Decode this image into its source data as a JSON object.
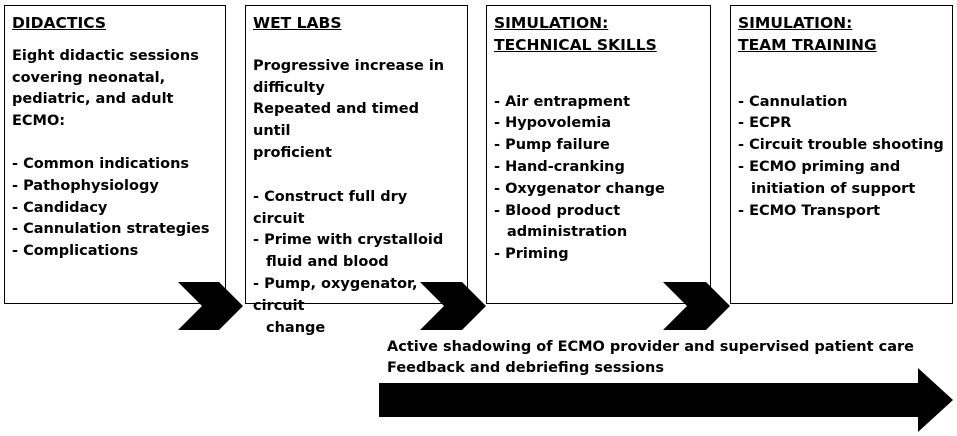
{
  "stages": [
    {
      "title": [
        "DIDACTICS"
      ],
      "intro": [
        "Eight didactic sessions",
        "covering neonatal,",
        "pediatric, and adult",
        "ECMO:"
      ],
      "items": [
        [
          "- Common indications"
        ],
        [
          "- Pathophysiology"
        ],
        [
          "- Candidacy"
        ],
        [
          "- Cannulation strategies"
        ],
        [
          "- Complications"
        ]
      ]
    },
    {
      "title": [
        "WET LABS"
      ],
      "intro": [
        "Progressive increase in",
        "difficulty"
      ],
      "intro_2": [
        "Repeated and timed until",
        "proficient"
      ],
      "items": [
        [
          "- Construct full dry circuit"
        ],
        [
          "- Prime with crystalloid",
          "fluid and blood"
        ],
        [
          "- Pump, oxygenator, circuit",
          "change"
        ]
      ]
    },
    {
      "title": [
        "SIMULATION:",
        "TECHNICAL SKILLS"
      ],
      "items": [
        [
          "- Air entrapment"
        ],
        [
          "- Hypovolemia"
        ],
        [
          "- Pump failure"
        ],
        [
          "- Hand-cranking"
        ],
        [
          "- Oxygenator change"
        ],
        [
          "- Blood product",
          "administration"
        ],
        [
          "- Priming"
        ]
      ]
    },
    {
      "title": [
        "SIMULATION:",
        "TEAM TRAINING"
      ],
      "items": [
        [
          "- Cannulation"
        ],
        [
          "- ECPR"
        ],
        [
          "- Circuit trouble shooting"
        ],
        [
          "- ECMO priming and",
          "initiation of support"
        ],
        [
          "- ECMO Transport"
        ]
      ]
    }
  ],
  "bottom": {
    "line1": "Active shadowing of ECMO provider and supervised patient care",
    "line2": "Feedback and debriefing sessions"
  }
}
